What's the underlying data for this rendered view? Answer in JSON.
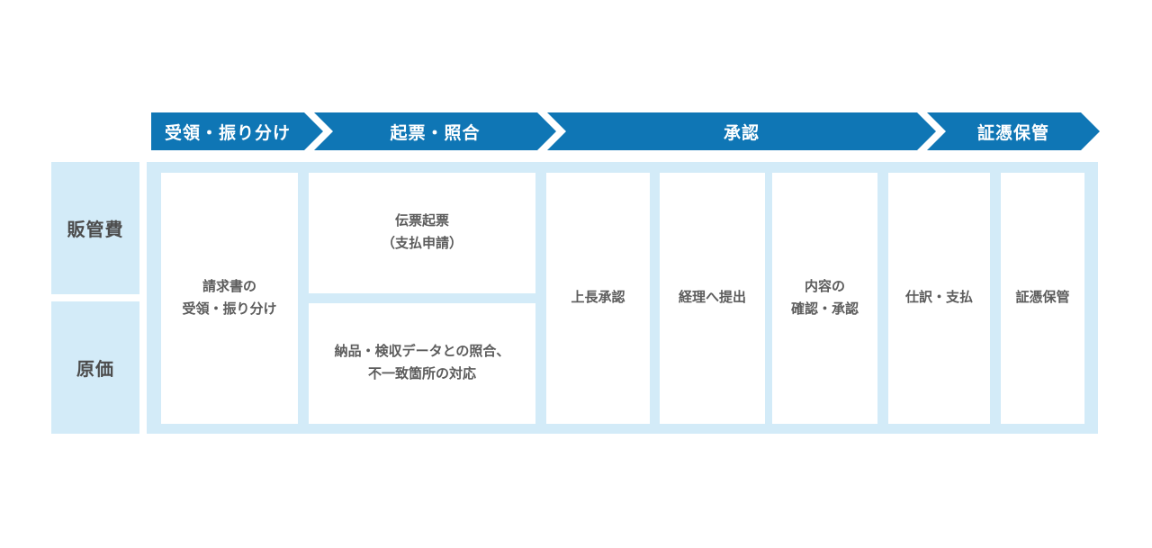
{
  "diagram": {
    "phases": [
      {
        "id": "receipt-sorting",
        "label": "受領・振り分け"
      },
      {
        "id": "entry-matching",
        "label": "起票・照合"
      },
      {
        "id": "approval",
        "label": "承認"
      },
      {
        "id": "evidence-storage",
        "label": "証憑保管"
      }
    ],
    "row_labels": [
      {
        "id": "sga",
        "label": "販管費"
      },
      {
        "id": "cost",
        "label": "原価"
      }
    ],
    "steps": [
      {
        "id": "invoice-receipt-sorting",
        "label": "請求書の\n受領・振り分け"
      },
      {
        "id": "voucher-entry",
        "label": "伝票起票\n（支払申請）"
      },
      {
        "id": "delivery-data-matching",
        "label": "納品・検収データとの照合、\n不一致箇所の対応"
      },
      {
        "id": "manager-approval",
        "label": "上長承認"
      },
      {
        "id": "submit-to-accounting",
        "label": "経理へ提出"
      },
      {
        "id": "content-check-approval",
        "label": "内容の\n確認・承認"
      },
      {
        "id": "journal-payment",
        "label": "仕訳・支払"
      },
      {
        "id": "evidence-storage",
        "label": "証憑保管"
      }
    ],
    "colors": {
      "primary_blue": "#0f76b5",
      "light_blue": "#d3ebf8",
      "step_text": "#5c5c5c",
      "row_label_text": "#4c4c4c",
      "phase_text": "#ffffff",
      "background": "#ffffff"
    }
  }
}
